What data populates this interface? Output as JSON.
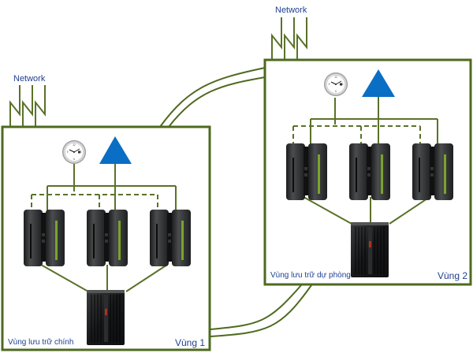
{
  "colors": {
    "line": "#5a7228",
    "box_border": "#4e6a1f",
    "label_text": "#1f3f8f",
    "triangle": "#0a6ec4",
    "server_body": "#2b2d2e",
    "server_accent": "#7aa32b"
  },
  "sites": [
    {
      "id": "site-1",
      "network_label": "Network",
      "site_label": "Vùng lưu trữ chính",
      "zone_label": "Vùng 1",
      "icons": [
        "clock-icon",
        "triangle-icon",
        "mainframe-server-icon",
        "mainframe-server-icon",
        "mainframe-server-icon",
        "storage-cabinet-icon"
      ]
    },
    {
      "id": "site-2",
      "network_label": "Network",
      "site_label": "Vùng lưu trữ dự phòng",
      "zone_label": "Vùng 2",
      "icons": [
        "clock-icon",
        "triangle-icon",
        "mainframe-server-icon",
        "mainframe-server-icon",
        "mainframe-server-icon",
        "storage-cabinet-icon"
      ]
    }
  ],
  "links": [
    {
      "from": "site-1",
      "to": "site-2",
      "type": "double-line-top"
    },
    {
      "from": "site-1",
      "to": "site-2",
      "type": "double-line-bottom"
    }
  ]
}
